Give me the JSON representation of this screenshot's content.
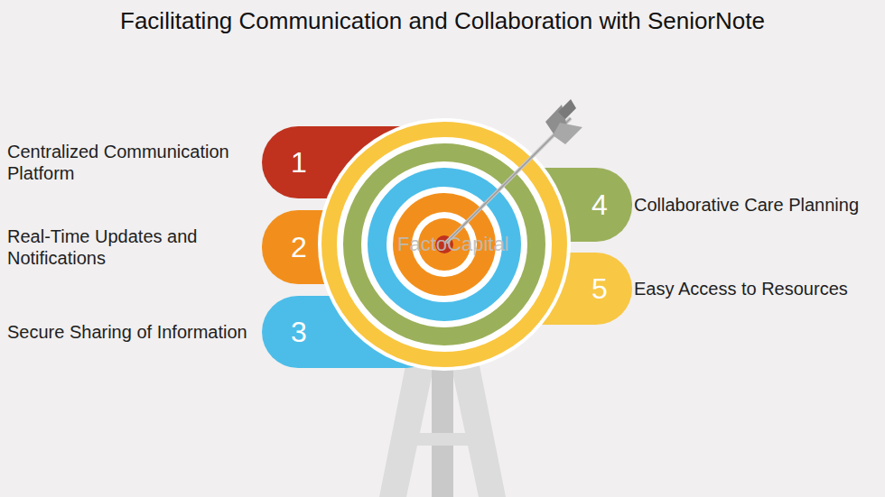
{
  "diagram": {
    "title": "Facilitating Communication and Collaboration with SeniorNote",
    "nodes": [
      {
        "text": [
          "1",
          "Centralized Communication Platform"
        ]
      },
      {
        "text": [
          "2",
          "Real-Time Updates and Notifications"
        ]
      },
      {
        "text": [
          "3",
          "Secure Sharing of Information"
        ]
      },
      {
        "text": [
          "4",
          "Collaborative Care Planning"
        ]
      },
      {
        "text": [
          "5",
          "Easy Access to Resources"
        ]
      }
    ],
    "labels": [
      "FactoCapital"
    ]
  }
}
